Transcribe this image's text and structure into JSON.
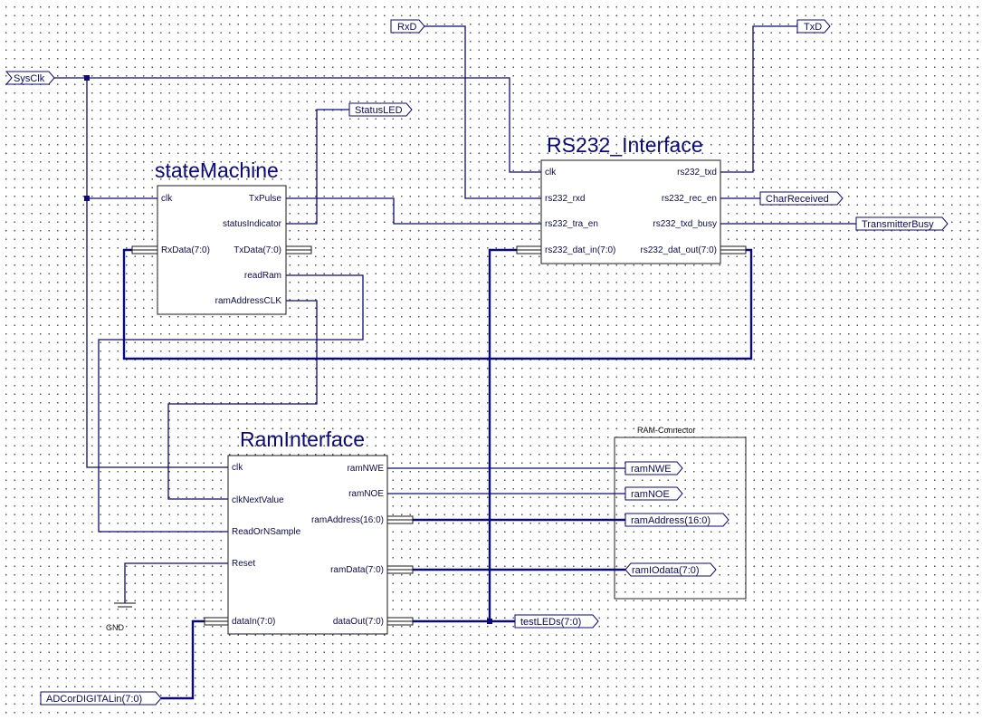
{
  "blocks": {
    "state_machine": {
      "title": "stateMachine",
      "pins": {
        "clk": "clk",
        "rx_data": "RxData(7:0)",
        "tx_pulse": "TxPulse",
        "status_indicator": "statusIndicator",
        "tx_data": "TxData(7:0)",
        "read_ram": "readRam",
        "ram_address_clk": "ramAddressCLK"
      }
    },
    "rs232_interface": {
      "title": "RS232_Interface",
      "pins": {
        "clk": "clk",
        "rs232_rxd": "rs232_rxd",
        "rs232_tra_en": "rs232_tra_en",
        "rs232_dat_in": "rs232_dat_in(7:0)",
        "rs232_txd": "rs232_txd",
        "rs232_rec_en": "rs232_rec_en",
        "rs232_txd_busy": "rs232_txd_busy",
        "rs232_dat_out": "rs232_dat_out(7:0)"
      }
    },
    "ram_interface": {
      "title": "RamInterface",
      "pins": {
        "clk": "clk",
        "clk_next_value": "clkNextValue",
        "read_or_n_sample": "ReadOrNSample",
        "reset": "Reset",
        "data_in": "dataIn(7:0)",
        "ram_nwe": "ramNWE",
        "ram_noe": "ramNOE",
        "ram_address": "ramAddress(16:0)",
        "ram_data": "ramData(7:0)",
        "data_out": "dataOut(7:0)"
      }
    },
    "ram_connector": {
      "title": "RAM-Connector"
    }
  },
  "ports": {
    "sysclk": "SysClk",
    "rxd": "RxD",
    "txd": "TxD",
    "status_led": "StatusLED",
    "char_received": "CharReceived",
    "transmitter_busy": "TransmitterBusy",
    "ram_nwe": "ramNWE",
    "ram_noe": "ramNOE",
    "ram_address": "ramAddress(16:0)",
    "ram_io_data": "ramIOdata(7:0)",
    "test_leds": "testLEDs(7:0)",
    "adc_digital_in": "ADCorDIGITALin(7:0)"
  },
  "ground_label": "GND"
}
